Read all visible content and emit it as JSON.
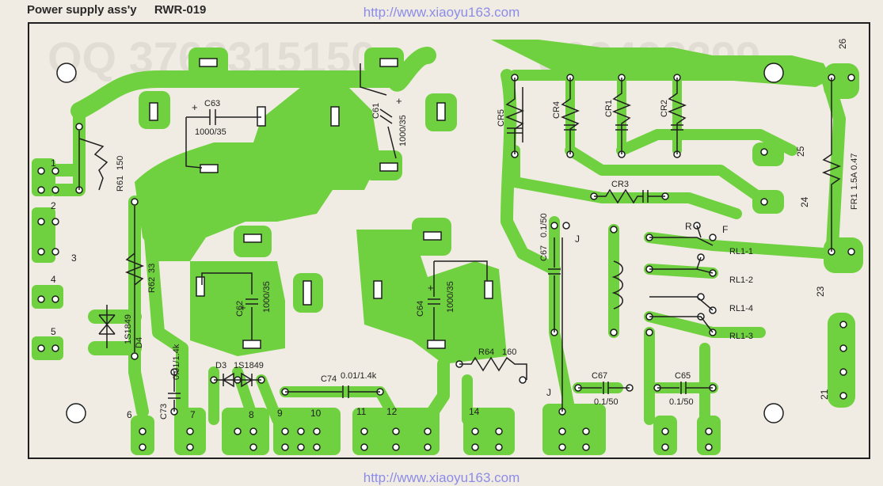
{
  "header": {
    "title": "Power supply ass'y",
    "model": "RWR-019",
    "watermark_url": "http://www.xiaoyu163.com"
  },
  "watermark": {
    "qq_left": "QQ 3768315150",
    "qq_right": "892498299"
  },
  "colors": {
    "trace": "#6fd13f",
    "pad_hole": "#ffffff",
    "outline": "#1f1f1f",
    "background": "#f1ece3",
    "url": "#8c8ce8"
  },
  "components": {
    "c63": {
      "ref": "C63",
      "value": "1000/35"
    },
    "c61": {
      "ref": "C61",
      "value": "1000/35"
    },
    "c62": {
      "ref": "C62",
      "value": "1000/35"
    },
    "c64": {
      "ref": "C64",
      "value": "1000/35"
    },
    "c67_top": {
      "ref": "C67",
      "value": "0.1/50"
    },
    "c67_bottom": {
      "ref": "C67",
      "value": "0.1/50"
    },
    "c65": {
      "ref": "C65",
      "value": "0.1/50"
    },
    "c73": {
      "ref": "C73",
      "value": "0.01/1.4k"
    },
    "c74": {
      "ref": "C74",
      "value": "0.01/1.4k"
    },
    "r61": {
      "ref": "R61",
      "value": "150"
    },
    "r62": {
      "ref": "R62",
      "value": "33"
    },
    "r64": {
      "ref": "R64",
      "value": "160"
    },
    "d3": {
      "ref": "D3",
      "value": "1S1849"
    },
    "d4": {
      "ref": "D4",
      "value": "1S1849"
    },
    "cr1": {
      "ref": "CR1"
    },
    "cr2": {
      "ref": "CR2"
    },
    "cr3": {
      "ref": "CR3"
    },
    "cr4": {
      "ref": "CR4"
    },
    "cr5": {
      "ref": "CR5"
    },
    "fr1": {
      "ref": "FR1",
      "value": "1.5A 0.47"
    },
    "rl1_1": {
      "ref": "RL1-1"
    },
    "rl1_2": {
      "ref": "RL1-2"
    },
    "rl1_4": {
      "ref": "RL1-4"
    },
    "rl1_3": {
      "ref": "RL1-3"
    }
  },
  "markers": {
    "r": "R",
    "f": "F",
    "j1": "J",
    "j2": "J",
    "plus": "+"
  },
  "terminals": {
    "t1": "1",
    "t2": "2",
    "t3": "3",
    "t4": "4",
    "t5": "5",
    "t6": "6",
    "t7": "7",
    "t8": "8",
    "t9": "9",
    "t10": "10",
    "t11": "11",
    "t12": "12",
    "t14": "14",
    "t21": "21",
    "t23": "23",
    "t24": "24",
    "t25": "25",
    "t26": "26"
  }
}
